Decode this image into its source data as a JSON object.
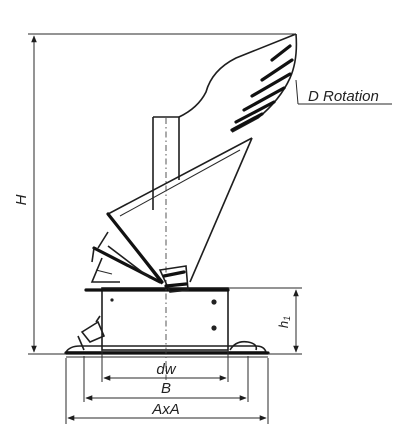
{
  "figure": {
    "labels": {
      "rotation": "D Rotation",
      "height": "H",
      "base_height": "h",
      "base_height_sub": "1",
      "pipe_diameter": "dw",
      "base_width": "B",
      "flange_size": "AxA"
    }
  },
  "colors": {
    "line": "#1e1e1e",
    "background": "#ffffff"
  }
}
